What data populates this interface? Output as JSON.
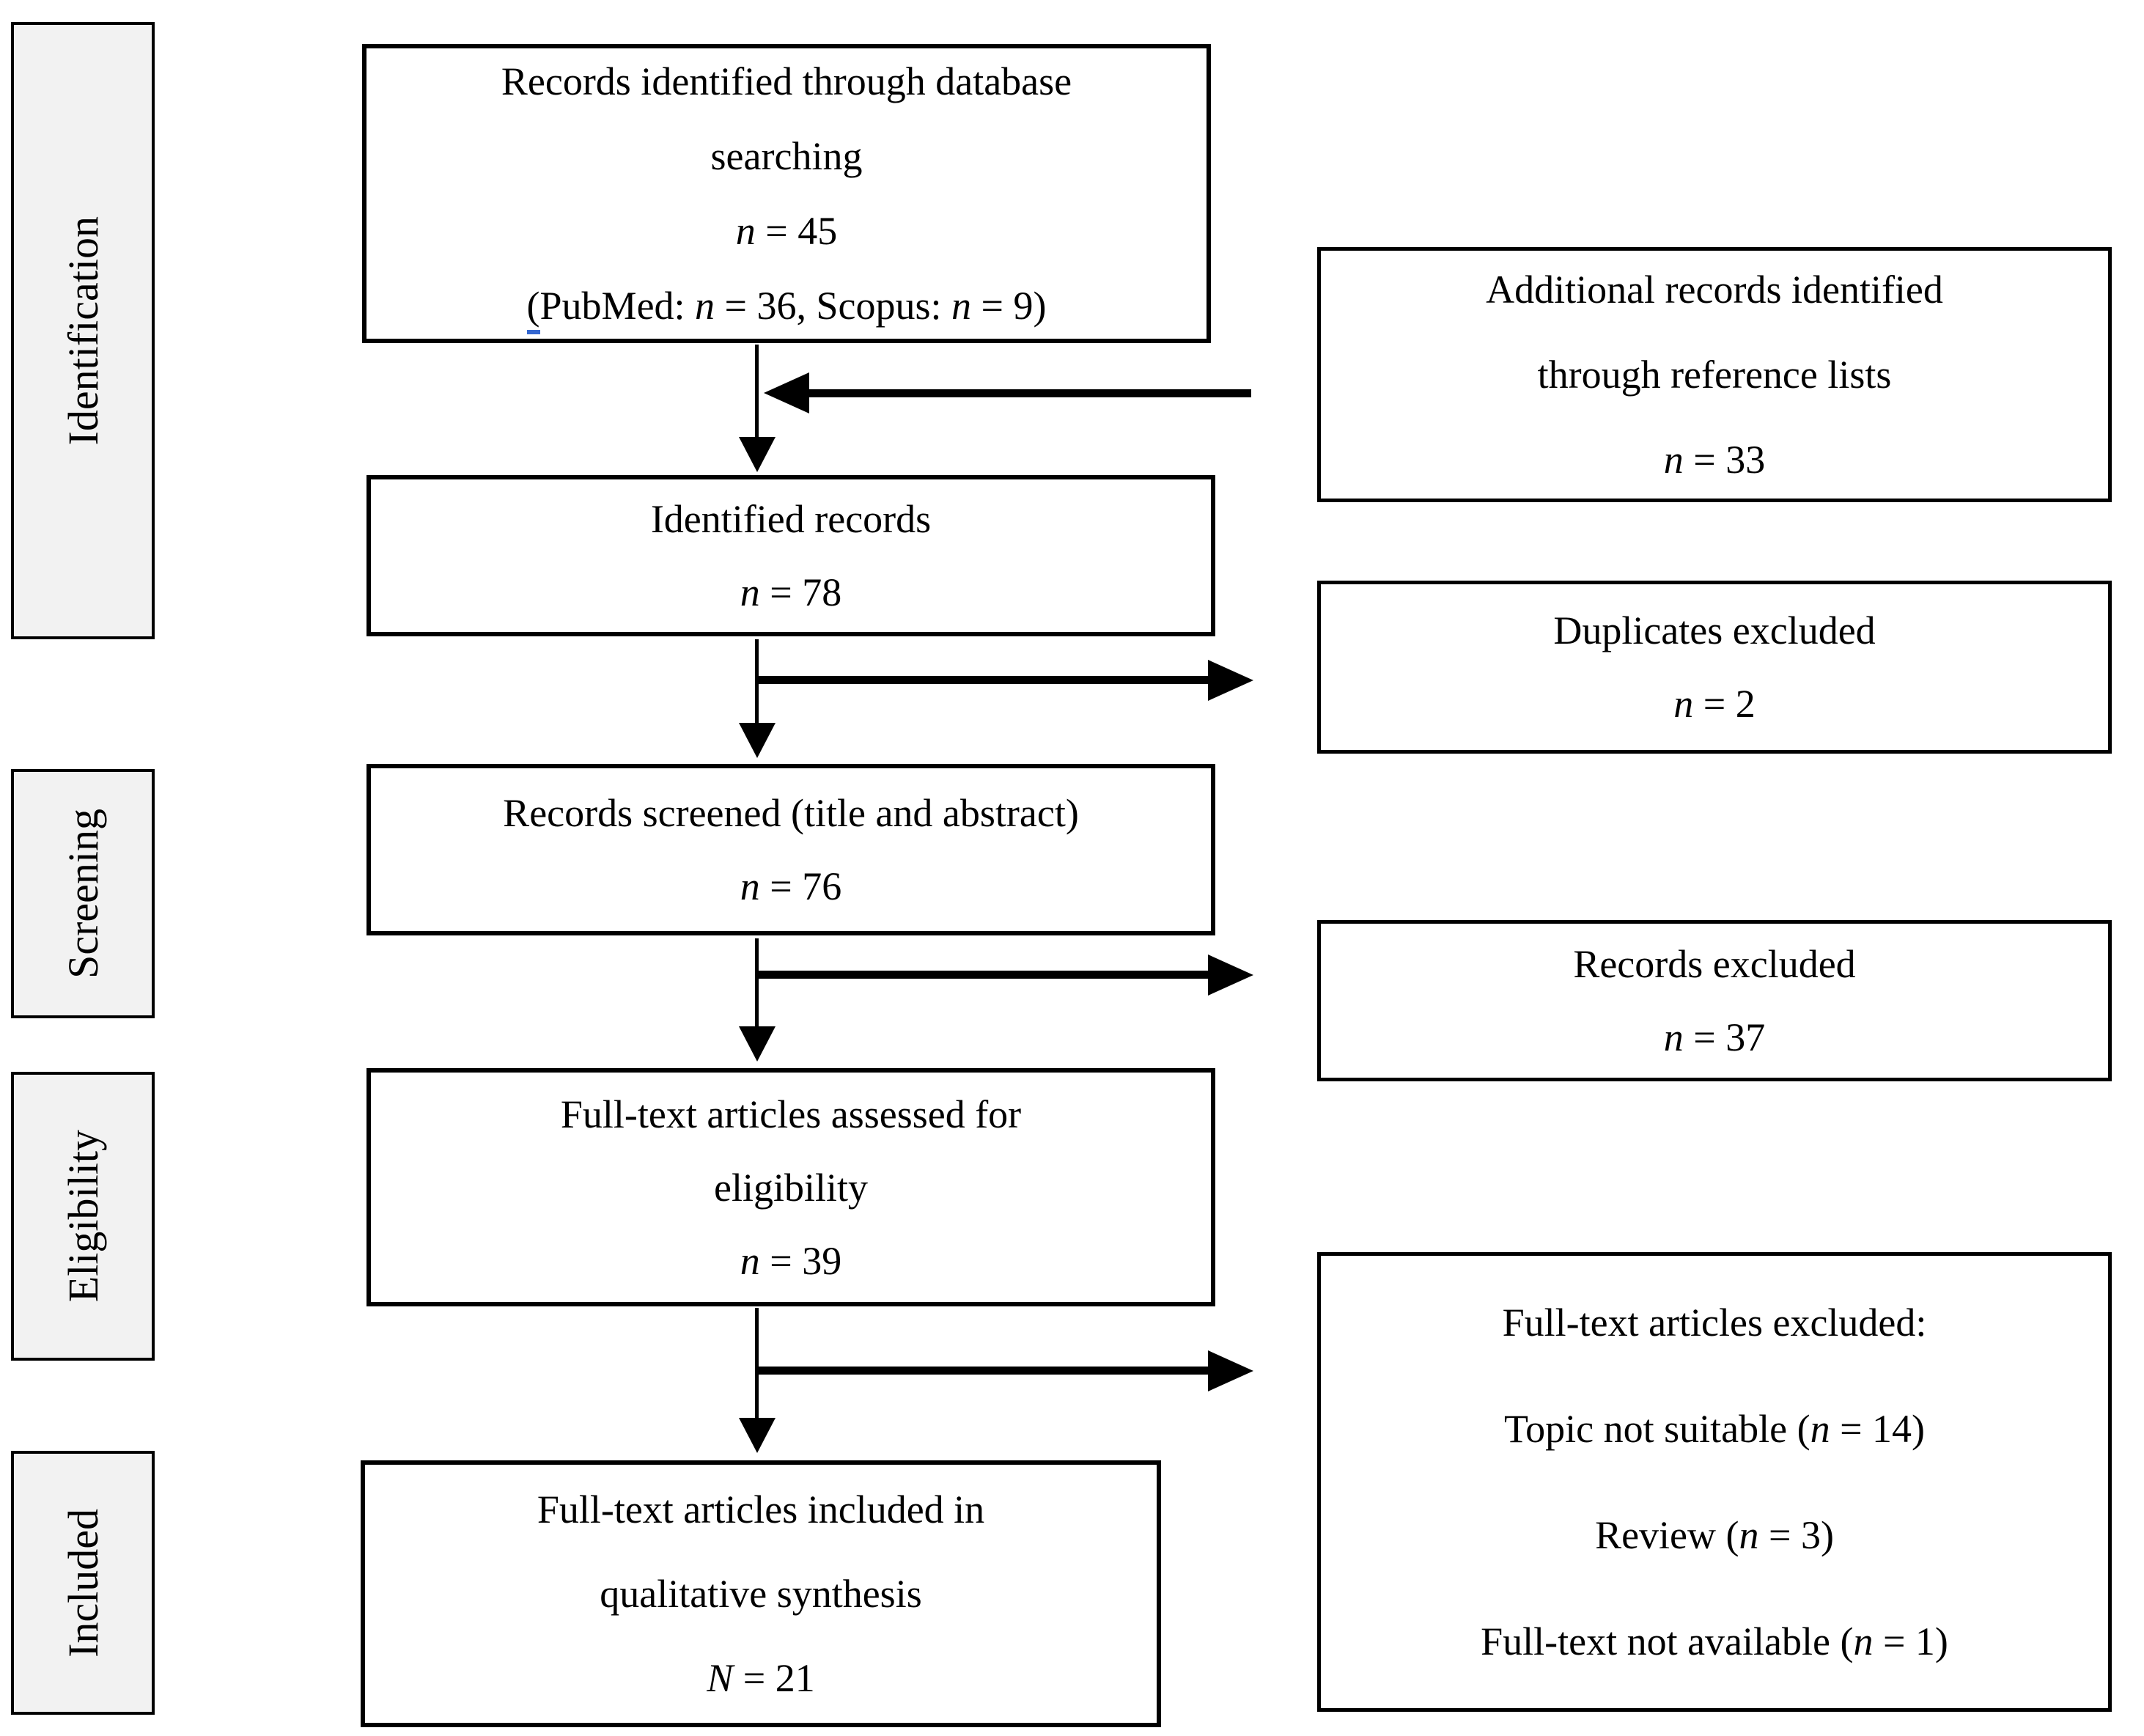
{
  "sidebar": {
    "identification": "Identification",
    "screening": "Screening",
    "eligibility": "Eligibility",
    "included": "Included"
  },
  "boxes": {
    "db_search": {
      "line1": "Records identified through database",
      "line2": "searching",
      "n_var": "n",
      "n_rest": " = 45",
      "detail_open": "(",
      "detail_a": "PubMed: ",
      "detail_n1": "n",
      "detail_b": " = 36, Scopus: ",
      "detail_n2": "n",
      "detail_c": " = 9)"
    },
    "additional": {
      "line1": "Additional records identified",
      "line2": "through reference lists",
      "n_var": "n",
      "n_rest": " = 33"
    },
    "identified": {
      "line1": "Identified records",
      "n_var": "n",
      "n_rest": " = 78"
    },
    "duplicates": {
      "line1": "Duplicates excluded",
      "n_var": "n",
      "n_rest": " = 2"
    },
    "screened": {
      "line1": "Records screened (title and abstract)",
      "n_var": "n",
      "n_rest": " = 76"
    },
    "records_excluded": {
      "line1": "Records excluded",
      "n_var": "n",
      "n_rest": " = 37"
    },
    "assessed": {
      "line1": "Full-text articles assessed for",
      "line2": "eligibility",
      "n_var": "n",
      "n_rest": " = 39"
    },
    "ft_excluded": {
      "line1": "Full-text articles excluded:",
      "r1_a": "Topic not suitable (",
      "r1_n": "n",
      "r1_b": " = 14)",
      "r2_a": "Review (",
      "r2_n": "n",
      "r2_b": " = 3)",
      "r3_a": "Full-text not available (",
      "r3_n": "n",
      "r3_b": " = 1)"
    },
    "qualitative": {
      "line1": "Full-text articles included in",
      "line2": "qualitative synthesis",
      "n_var": "N",
      "n_rest": " = 21"
    }
  },
  "colors": {
    "background": "#ffffff",
    "text": "#000000",
    "box_border": "#000000",
    "sidebar_fill": "#f2f2f2",
    "link_underline_blue": "#3467d0"
  }
}
